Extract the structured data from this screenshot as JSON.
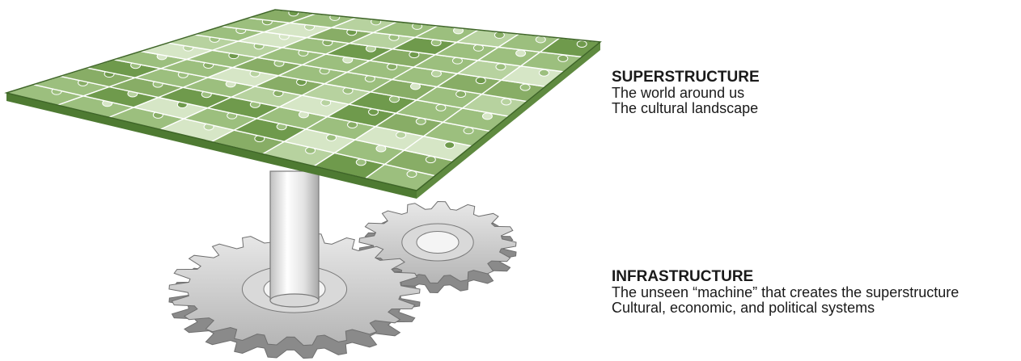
{
  "superstructure": {
    "heading": "SUPERSTRUCTURE",
    "lines": [
      "The world around us",
      "The cultural landscape"
    ]
  },
  "infrastructure": {
    "heading": "INFRASTRUCTURE",
    "lines": [
      "The unseen “machine” that creates the superstructure",
      "Cultural, economic, and political systems"
    ]
  },
  "illustration": {
    "top": "puzzle-table-icon",
    "support": "pillar-icon",
    "gears": [
      "large-gear-icon",
      "small-gear-icon"
    ],
    "colors": {
      "puzzle_dark": "#6f9a4c",
      "puzzle_mid": "#9cbf7e",
      "puzzle_light": "#d6e6c6",
      "puzzle_edge": "#4e7a32",
      "gear_face": "#c9c9c9",
      "gear_side": "#8a8a8a"
    }
  }
}
